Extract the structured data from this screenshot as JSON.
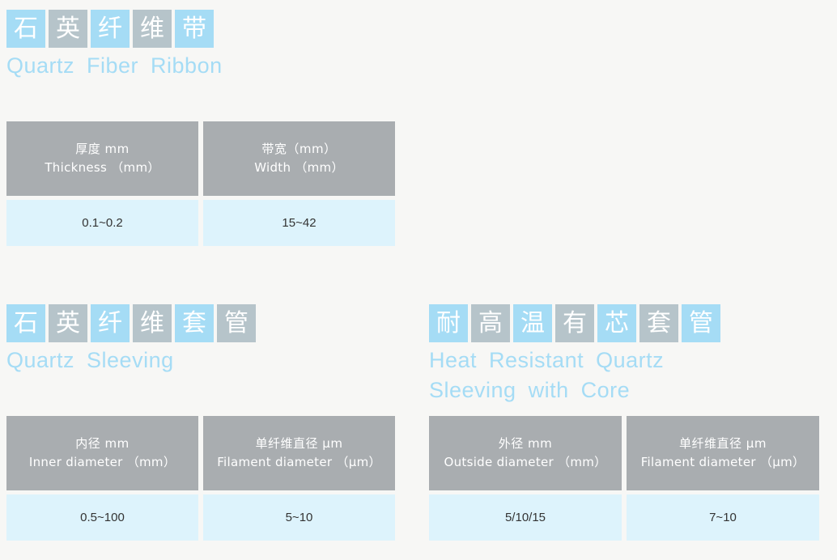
{
  "page": {
    "background_color": "#f7f7f5",
    "accent_blue": "#a5dcf5",
    "accent_gray": "#b6c4ca",
    "header_gray": "#a9adb0",
    "cell_blue": "#ddf3fc"
  },
  "sections": [
    {
      "id": "ribbon",
      "cn_title_chars": [
        "石",
        "英",
        "纤",
        "维",
        "带"
      ],
      "en_title": "Quartz Fiber Ribbon",
      "columns": [
        {
          "header_cn": "厚度 mm",
          "header_en": "Thickness （mm）",
          "value": "0.1~0.2"
        },
        {
          "header_cn": "带宽（mm）",
          "header_en": "Width （mm）",
          "value": "15~42"
        }
      ]
    },
    {
      "id": "sleeving",
      "cn_title_chars": [
        "石",
        "英",
        "纤",
        "维",
        "套",
        "管"
      ],
      "en_title": "Quartz Sleeving",
      "columns": [
        {
          "header_cn": "内径 mm",
          "header_en": "Inner diameter （mm）",
          "value": "0.5~100"
        },
        {
          "header_cn": "单纤维直径 μm",
          "header_en": "Filament diameter （μm）",
          "value": "5~10"
        }
      ]
    },
    {
      "id": "core",
      "cn_title_chars": [
        "耐",
        "高",
        "温",
        "有",
        "芯",
        "套",
        "管"
      ],
      "en_title": "Heat Resistant Quartz\nSleeving with Core",
      "columns": [
        {
          "header_cn": "外径 mm",
          "header_en": "Outside diameter （mm）",
          "value": "5/10/15"
        },
        {
          "header_cn": "单纤维直径 μm",
          "header_en": "Filament diameter （μm）",
          "value": "7~10"
        }
      ]
    }
  ]
}
